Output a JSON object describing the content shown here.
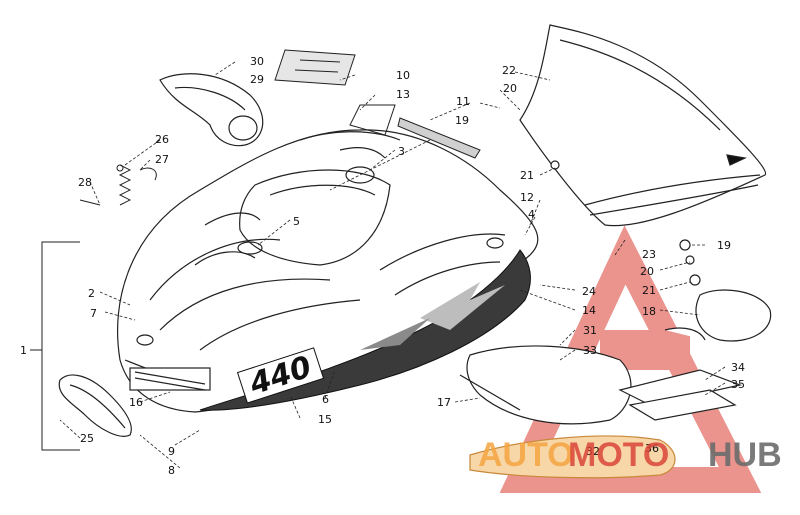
{
  "diagram": {
    "callouts": [
      "1",
      "2",
      "3",
      "4",
      "5",
      "6",
      "7",
      "8",
      "9",
      "10",
      "11",
      "12",
      "13",
      "14",
      "15",
      "16",
      "17",
      "18",
      "19",
      "19",
      "20",
      "20",
      "21",
      "21",
      "22",
      "23",
      "24",
      "25",
      "26",
      "27",
      "28",
      "29",
      "30",
      "31",
      "32",
      "33",
      "34",
      "35",
      "36"
    ],
    "decal_text": "440"
  },
  "watermark": {
    "part1": "AUTO",
    "part2": "MOTO",
    "part3": "HUB",
    "colors": {
      "red": "#d9453a",
      "orange": "#f4a340",
      "gray": "#6b6b6b"
    }
  }
}
